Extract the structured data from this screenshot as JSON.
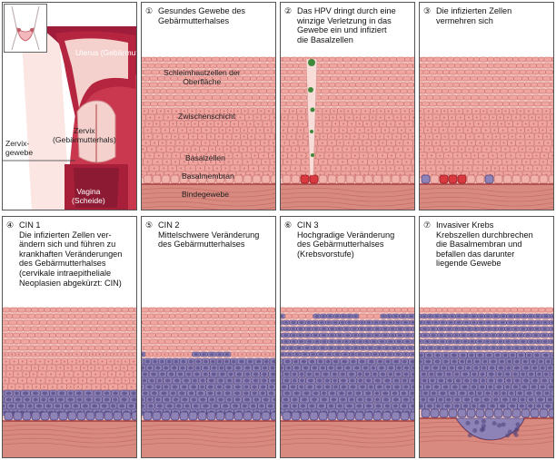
{
  "colors": {
    "tissue": "#efa5a0",
    "tissue_light": "#f6c9c3",
    "cell_border": "#c56f6c",
    "basal": "#f2b3ad",
    "infected": "#d9383e",
    "cin": "#8e83b7",
    "cin_dark": "#4a3f7a",
    "membrane": "#a63e3f",
    "stroma": "#d98a80",
    "virus": "#3f8a3a",
    "uterus": "#9f1c3b",
    "anatomy_bg": "#c9384f"
  },
  "overview": {
    "uterus": "Uterus\n(Gebärmutter)",
    "cervix": "Zervix\n(Gebärmutterhals)",
    "cervix_tissue": "Zervix-\ngewebe",
    "vagina": "Vagina\n(Scheide)"
  },
  "panels": [
    {
      "num": "①",
      "caption": "Gesundes Gewebe des\nGebärmutterhalses"
    },
    {
      "num": "②",
      "caption": "Das HPV dringt durch eine\nwinzige Verletzung in das\nGewebe ein und infiziert\ndie Basalzellen"
    },
    {
      "num": "③",
      "caption": "Die infizierten Zellen\nvermehren sich"
    },
    {
      "num": "④",
      "caption": "CIN 1\nDie infizierten Zellen ver-\nändern sich und führen zu\nkrankhaften Veränderungen\ndes Gebärmutterhalses\n(cervikale intraepitheliale\nNeoplasien abgekürzt: CIN)"
    },
    {
      "num": "⑤",
      "caption": "CIN 2\nMittelschwere Veränderung\ndes Gebärmutterhalses"
    },
    {
      "num": "⑥",
      "caption": "CIN 3\nHochgradige Veränderung\ndes Gebärmutterhalses\n(Krebsvorstufe)"
    },
    {
      "num": "⑦",
      "caption": "Invasiver Krebs\nKrebszellen durchbrechen\ndie Basalmembran und\nbefallen das darunter\nliegende Gewebe"
    }
  ],
  "layers": {
    "mucosa": "Schleimhautzellen der\nOberfläche",
    "intermediate": "Zwischenschicht",
    "basal": "Basalzellen",
    "membrane": "Basalmembran",
    "connective": "Bindegewebe"
  }
}
